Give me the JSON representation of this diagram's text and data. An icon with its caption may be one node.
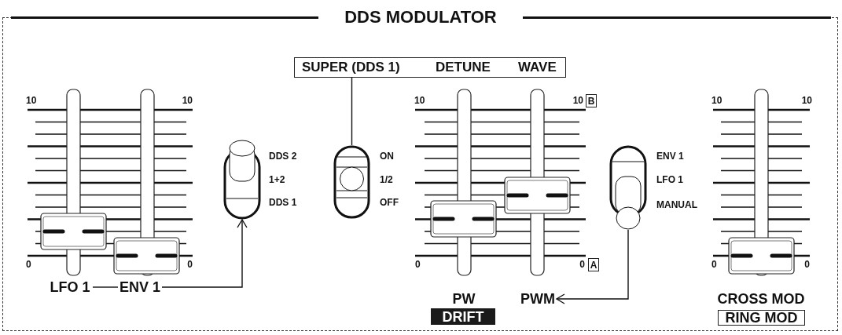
{
  "diagram": {
    "title": "DDS MODULATOR",
    "nodes": [
      {
        "text": [
          "SUPER (DDS 1)",
          "DETUNE",
          "WAVE"
        ]
      },
      {
        "text": [
          "B"
        ]
      },
      {
        "text": [],
        "shape": "switch"
      },
      {
        "text": [],
        "shape": "switch"
      },
      {
        "text": [],
        "shape": "switch"
      },
      {
        "text": [
          "A"
        ]
      },
      {
        "text": [
          "LFO 1"
        ]
      },
      {
        "text": [
          "ENV 1"
        ]
      },
      {
        "text": [
          "PWM"
        ]
      },
      {
        "text": [
          "DRIFT"
        ]
      },
      {
        "text": [
          "RING MOD"
        ]
      }
    ],
    "edges": [
      {
        "from": 6,
        "to": 7,
        "arrow": "none"
      },
      {
        "from": 7,
        "to": 2,
        "arrow": "to"
      },
      {
        "from": 0,
        "to": 3,
        "arrow": "none"
      },
      {
        "from": 4,
        "to": 8,
        "arrow": "to"
      }
    ],
    "labels": [
      "10",
      "10",
      "DDS 2",
      "1+2",
      "DDS 1",
      "ON",
      "1/2",
      "OFF",
      "10",
      "10",
      "ENV 1",
      "LFO 1",
      "MANUAL",
      "10",
      "10",
      "0",
      "0",
      "0",
      "0",
      "0",
      "0",
      "PW",
      "CROSS MOD"
    ]
  }
}
